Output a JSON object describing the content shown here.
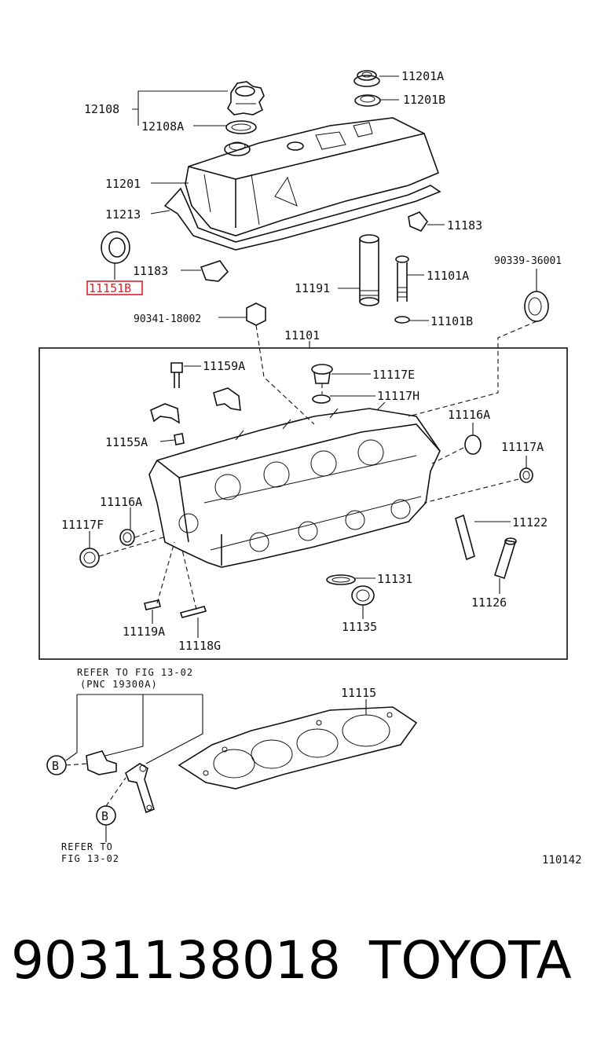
{
  "diagram": {
    "labels": [
      {
        "id": "l12108",
        "text": "12108"
      },
      {
        "id": "l12108a",
        "text": "12108A"
      },
      {
        "id": "l11201a",
        "text": "11201A"
      },
      {
        "id": "l11201b",
        "text": "11201B"
      },
      {
        "id": "l11201",
        "text": "11201"
      },
      {
        "id": "l11213",
        "text": "11213"
      },
      {
        "id": "l11183a",
        "text": "11183"
      },
      {
        "id": "l11183b",
        "text": "11183"
      },
      {
        "id": "l11151b",
        "text": "11151B"
      },
      {
        "id": "l11191",
        "text": "11191"
      },
      {
        "id": "l11101a",
        "text": "11101A"
      },
      {
        "id": "l90339",
        "text": "90339-36001"
      },
      {
        "id": "l90341",
        "text": "90341-18002"
      },
      {
        "id": "l11101b",
        "text": "11101B"
      },
      {
        "id": "l11101",
        "text": "11101"
      },
      {
        "id": "l11159a",
        "text": "11159A"
      },
      {
        "id": "l11117e",
        "text": "11117E"
      },
      {
        "id": "l11117h",
        "text": "11117H"
      },
      {
        "id": "l11116a1",
        "text": "11116A"
      },
      {
        "id": "l11155a",
        "text": "11155A"
      },
      {
        "id": "l11117a",
        "text": "11117A"
      },
      {
        "id": "l11116a2",
        "text": "11116A"
      },
      {
        "id": "l11117f",
        "text": "11117F"
      },
      {
        "id": "l11122",
        "text": "11122"
      },
      {
        "id": "l11131",
        "text": "11131"
      },
      {
        "id": "l11126",
        "text": "11126"
      },
      {
        "id": "l11135",
        "text": "11135"
      },
      {
        "id": "l11119a",
        "text": "11119A"
      },
      {
        "id": "l11118g",
        "text": "11118G"
      },
      {
        "id": "l11115",
        "text": "11115"
      }
    ],
    "refer_top_line1": "REFER TO FIG 13-02",
    "refer_top_line2": "(PNC 19300A)",
    "refer_bottom_line1": "REFER TO",
    "refer_bottom_line2": "FIG 13-02",
    "callout_b1": "B",
    "callout_b2": "B",
    "figure_code": "110142",
    "highlight_color": "#e0202a"
  },
  "footer": {
    "part_number": "9031138018",
    "brand": "TOYOTA"
  }
}
